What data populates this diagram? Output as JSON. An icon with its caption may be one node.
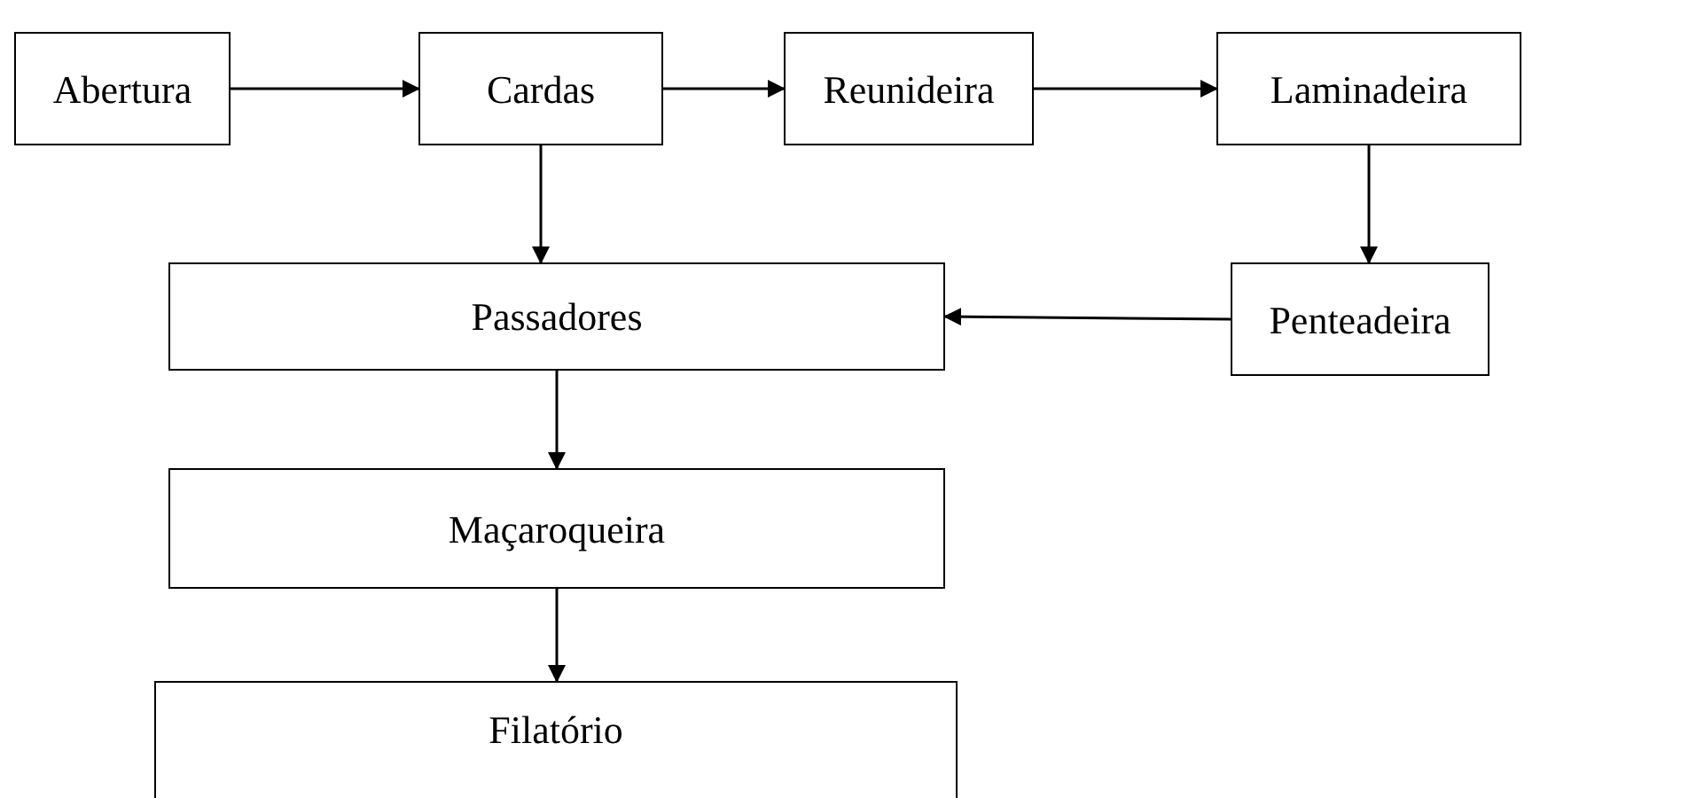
{
  "diagram": {
    "nodes": [
      {
        "text": [
          "Abertura"
        ]
      },
      {
        "text": [
          "Cardas"
        ]
      },
      {
        "text": [
          "Reunideira"
        ]
      },
      {
        "text": [
          "Laminadeira"
        ]
      },
      {
        "text": [
          "Passadores"
        ]
      },
      {
        "text": [
          "Penteadeira"
        ]
      },
      {
        "text": [
          "Maçaroqueira"
        ]
      },
      {
        "text": [
          "Filatório"
        ]
      }
    ],
    "edges": [
      {
        "from": 0,
        "to": 1,
        "arrow": "to"
      },
      {
        "from": 1,
        "to": 2,
        "arrow": "to"
      },
      {
        "from": 2,
        "to": 3,
        "arrow": "to"
      },
      {
        "from": 3,
        "to": 5,
        "arrow": "to"
      },
      {
        "from": 5,
        "to": 4,
        "arrow": "to"
      },
      {
        "from": 1,
        "to": 4,
        "arrow": "to"
      },
      {
        "from": 4,
        "to": 6,
        "arrow": "to"
      },
      {
        "from": 6,
        "to": 7,
        "arrow": "to"
      }
    ]
  }
}
